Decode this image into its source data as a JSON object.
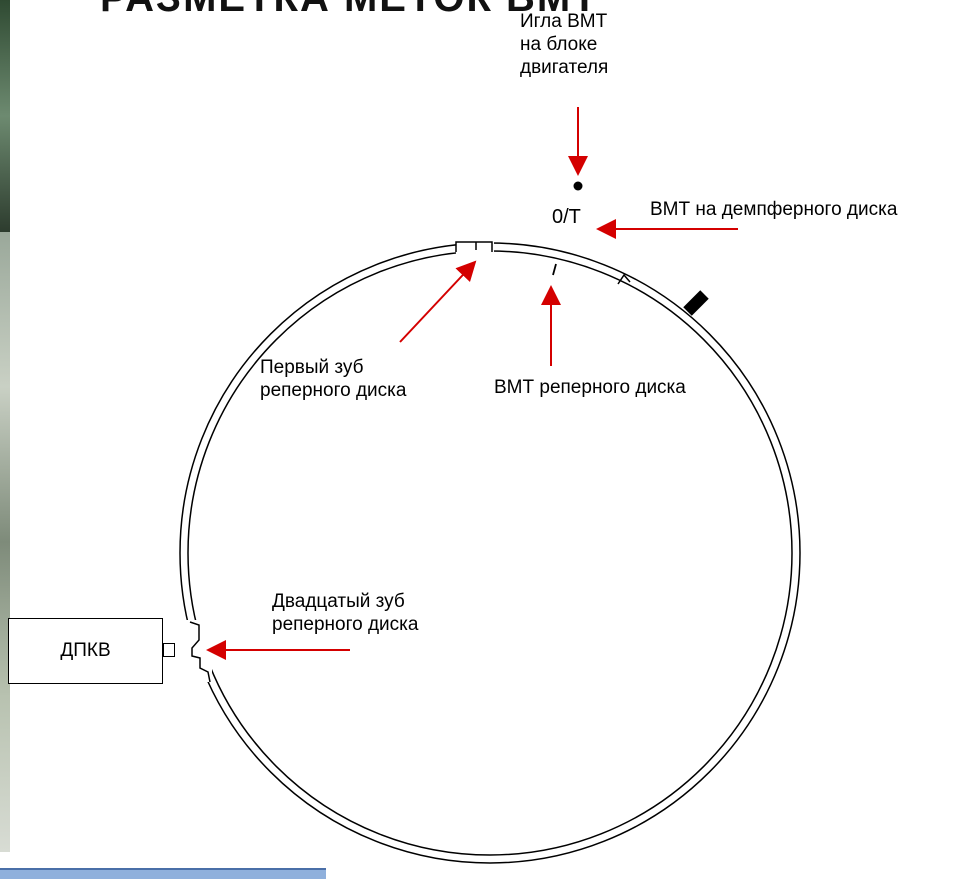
{
  "header": {
    "title_fragment": "РАЗМЕТКА МЕТОК ВМТ"
  },
  "labels": {
    "needle": "Игла ВМТ\nна блоке\nдвигателя",
    "zero_t": "0/Т",
    "damper": "ВМТ на демпферного диска",
    "first_tooth": "Первый зуб\nреперного диска",
    "ref_tdc": "ВМТ реперного диска",
    "twentieth_tooth": "Двадцатый зуб\nреперного диска",
    "sensor": "ДПКВ"
  },
  "colors": {
    "arrow": "#d40000",
    "line": "#000000",
    "side_bg": "#3d5a3e",
    "bottom_bar": "#8fb0dc"
  }
}
